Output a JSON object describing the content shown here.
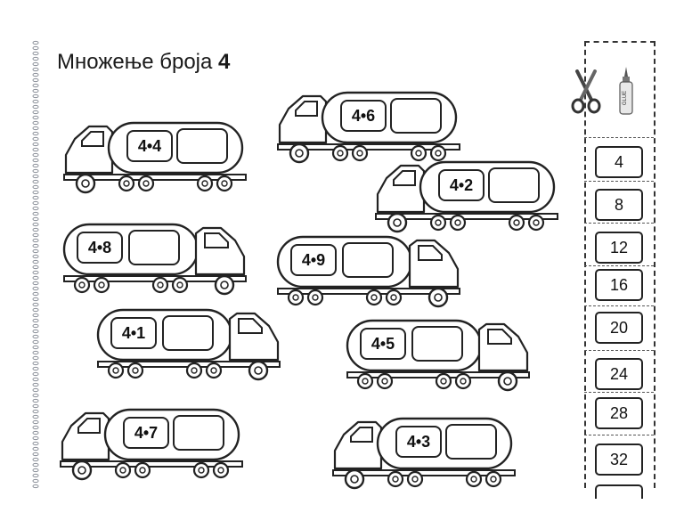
{
  "title": {
    "prefix": "Множење броја ",
    "number": "4"
  },
  "trucks": [
    {
      "expr": "4•4"
    },
    {
      "expr": "4•6"
    },
    {
      "expr": "4•2"
    },
    {
      "expr": "4•8"
    },
    {
      "expr": "4•9"
    },
    {
      "expr": "4•1"
    },
    {
      "expr": "4•5"
    },
    {
      "expr": "4•7"
    },
    {
      "expr": "4•3"
    }
  ],
  "answers": [
    "4",
    "8",
    "12",
    "16",
    "20",
    "24",
    "28",
    "32"
  ],
  "strip_icons": {
    "scissors": "scissors-icon",
    "glue": "glue-bottle-icon",
    "glue_label": "GLUE"
  }
}
